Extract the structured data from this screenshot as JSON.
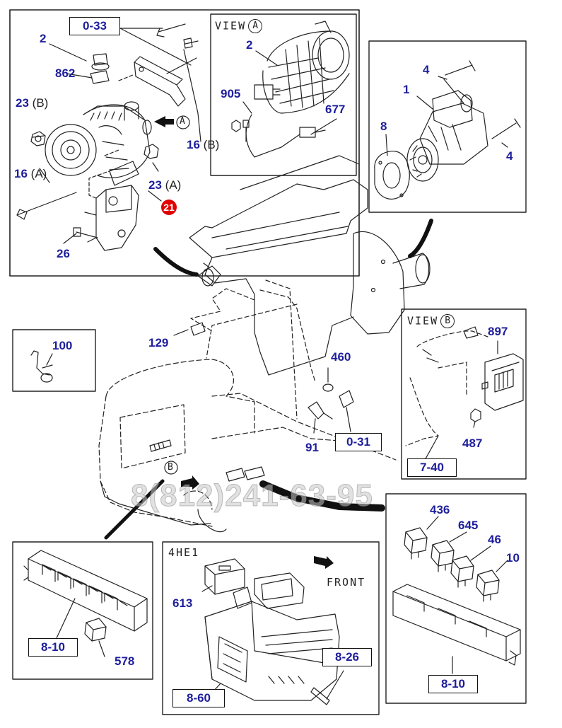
{
  "diagram": {
    "watermark": "8(812)241-63-95",
    "callout_badge": "21",
    "view_a_label": "VIEW",
    "view_a_letter": "A",
    "view_b_label": "VIEW",
    "view_b_letter": "B",
    "arrow_a_letter": "A",
    "arrow_b_letter": "B",
    "model_label": "4HE1",
    "front_label": "FRONT",
    "panels": {
      "alternator": {
        "ref_0_33": "0-33",
        "p2": "2",
        "p862": "862",
        "p23b_num": "23",
        "p23b_suffix": "(B)",
        "p16a_num": "16",
        "p16a_suffix": "(A)",
        "p16b_num": "16",
        "p16b_suffix": "(B)",
        "p23a_num": "23",
        "p23a_suffix": "(A)",
        "p26": "26"
      },
      "view_a": {
        "p2": "2",
        "p905": "905",
        "p677": "677"
      },
      "starter": {
        "p4_top": "4",
        "p1": "1",
        "p8": "8",
        "p4_bottom": "4"
      },
      "engine": {
        "p129": "129",
        "p460": "460",
        "p91": "91",
        "ref_0_31": "0-31"
      },
      "bracket": {
        "p100": "100"
      },
      "view_b": {
        "p897": "897",
        "p487": "487",
        "ref_7_40": "7-40"
      },
      "relay_block": {
        "p578": "578",
        "ref_8_10": "8-10"
      },
      "heater": {
        "p613": "613",
        "ref_8_26": "8-26",
        "ref_8_60": "8-60"
      },
      "relay_box": {
        "p436": "436",
        "p645": "645",
        "p46": "46",
        "p10": "10",
        "ref_8_10": "8-10"
      }
    }
  }
}
